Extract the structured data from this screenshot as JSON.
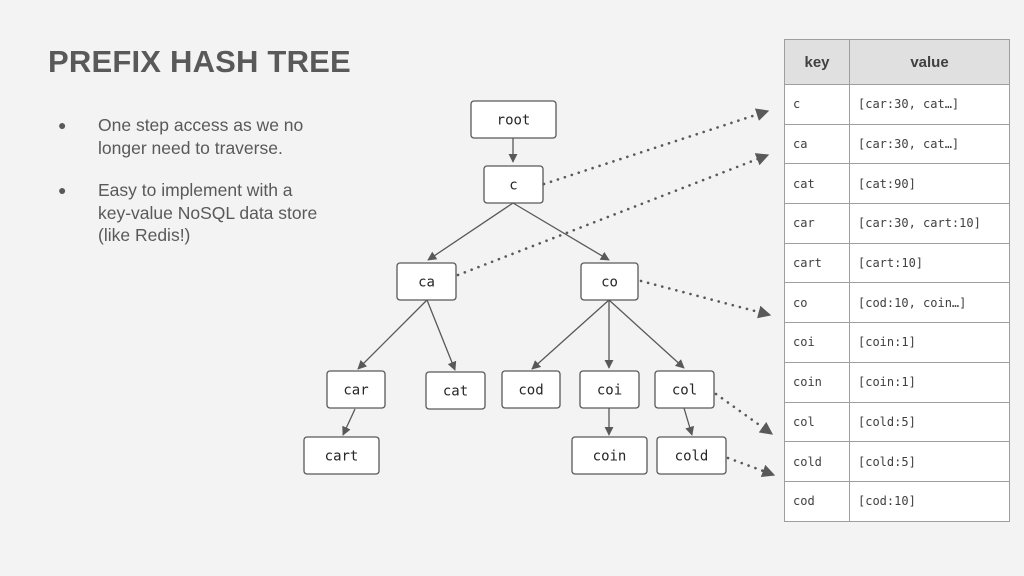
{
  "title": "PREFIX HASH TREE",
  "bullets": [
    {
      "dot": "●",
      "text": "One step access as we no longer need to traverse."
    },
    {
      "dot": "●",
      "text": "Easy to implement with a key-value NoSQL data store (like Redis!)"
    }
  ],
  "tree": {
    "nodes": {
      "root": "root",
      "c": "c",
      "ca": "ca",
      "co": "co",
      "car": "car",
      "cat": "cat",
      "cart": "cart",
      "cod": "cod",
      "coi": "coi",
      "col": "col",
      "coin": "coin",
      "cold": "cold"
    }
  },
  "table": {
    "headers": {
      "key": "key",
      "value": "value"
    },
    "rows": [
      {
        "key": "c",
        "value": "[car:30, cat…]"
      },
      {
        "key": "ca",
        "value": "[car:30, cat…]"
      },
      {
        "key": "cat",
        "value": "[cat:90]"
      },
      {
        "key": "car",
        "value": "[car:30, cart:10]"
      },
      {
        "key": "cart",
        "value": "[cart:10]"
      },
      {
        "key": "co",
        "value": "[cod:10, coin…]"
      },
      {
        "key": "coi",
        "value": "[coin:1]"
      },
      {
        "key": "coin",
        "value": "[coin:1]"
      },
      {
        "key": "col",
        "value": "[cold:5]"
      },
      {
        "key": "cold",
        "value": "[cold:5]"
      },
      {
        "key": "cod",
        "value": "[cod:10]"
      }
    ]
  }
}
